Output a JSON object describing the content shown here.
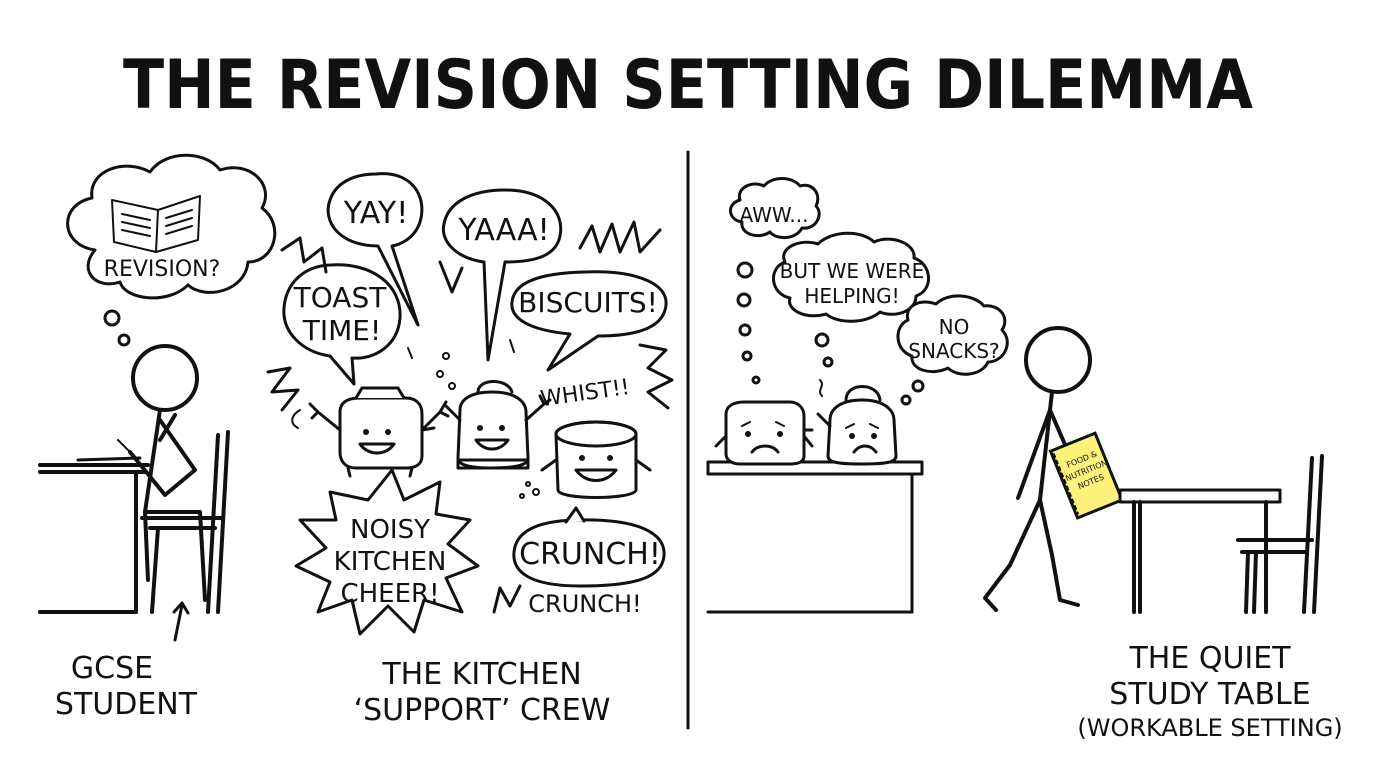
{
  "title": "THE REVISION SETTING DILEMMA",
  "left_panel": {
    "thought_bubble": "REVISION?",
    "student_label": [
      "GCSE",
      "STUDENT"
    ],
    "speech": {
      "yay": "YAY!",
      "yaaa": "YAAA!",
      "toast_time": [
        "TOAST",
        "TIME!"
      ],
      "biscuits": "BISCUITS!",
      "whist": "WHIST!!",
      "noisy_cheer": [
        "NOISY",
        "KITCHEN",
        "CHEER!"
      ],
      "crunch_big": "CRUNCH!",
      "crunch_small": "CRUNCH!"
    },
    "crew_label": [
      "THE KITCHEN",
      "‘SUPPORT’ CREW"
    ]
  },
  "right_panel": {
    "aww": "AWW...",
    "but_we_were_helping": [
      "BUT WE WERE",
      "HELPING!"
    ],
    "no_snacks": [
      "NO",
      "SNACKS?"
    ],
    "notes": [
      "FOOD &",
      "NUTRITION",
      "NOTES"
    ],
    "table_label": [
      "THE QUIET",
      "STUDY TABLE",
      "(WORKABLE SETTING)"
    ]
  },
  "colors": {
    "ink": "#111111",
    "paper": "#ffffff",
    "sticky_note": "#fff27a"
  }
}
